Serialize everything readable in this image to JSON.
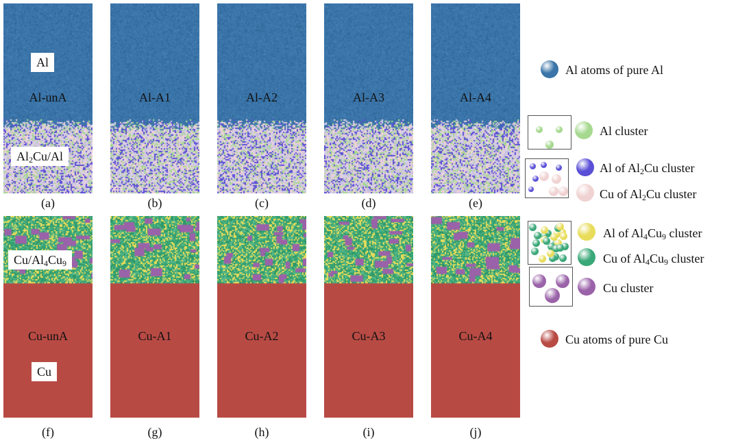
{
  "panels_top": [
    {
      "title": "Al-unA",
      "label": "(a)"
    },
    {
      "title": "Al-A1",
      "label": "(b)"
    },
    {
      "title": "Al-A2",
      "label": "(c)"
    },
    {
      "title": "Al-A3",
      "label": "(d)"
    },
    {
      "title": "Al-A4",
      "label": "(e)"
    }
  ],
  "panels_bottom": [
    {
      "title": "Cu-unA",
      "label": "(f)"
    },
    {
      "title": "Cu-A1",
      "label": "(g)"
    },
    {
      "title": "Cu-A2",
      "label": "(h)"
    },
    {
      "title": "Cu-A3",
      "label": "(i)"
    },
    {
      "title": "Cu-A4",
      "label": "(j)"
    }
  ],
  "region_labels": {
    "al": "Al",
    "al2cu_al": {
      "pre": "Al",
      "sub1": "2",
      "post": "Cu/Al"
    },
    "cu_al4cu9": {
      "pre": "Cu/Al",
      "sub1": "4",
      "mid": "Cu",
      "sub2": "9"
    },
    "cu": "Cu"
  },
  "legend": {
    "al_pure": "Al atoms of pure Al",
    "al_cluster": "Al cluster",
    "al_of_al2cu": {
      "pre": "Al of Al",
      "sub": "2",
      "post": "Cu cluster"
    },
    "cu_of_al2cu": {
      "pre": "Cu of Al",
      "sub": "2",
      "post": "Cu cluster"
    },
    "al_of_al4cu9": {
      "pre": "Al of Al",
      "sub1": "4",
      "mid": "Cu",
      "sub2": "9",
      "post": " cluster"
    },
    "cu_of_al4cu9": {
      "pre": "Cu of Al",
      "sub1": "4",
      "mid": "Cu",
      "sub2": "9",
      "post": " cluster"
    },
    "cu_cluster": "Cu cluster",
    "cu_pure": "Cu atoms of pure Cu"
  },
  "colors": {
    "al_pure": "#3a74a8",
    "al_cluster": "#a6d98f",
    "al_of_al2cu": "#5a4fd6",
    "cu_of_al2cu": "#f0d2d2",
    "al_of_al4cu9": "#e8dc5a",
    "cu_of_al4cu9": "#3aa878",
    "cu_cluster": "#9a62a8",
    "cu_pure": "#b84a44"
  }
}
